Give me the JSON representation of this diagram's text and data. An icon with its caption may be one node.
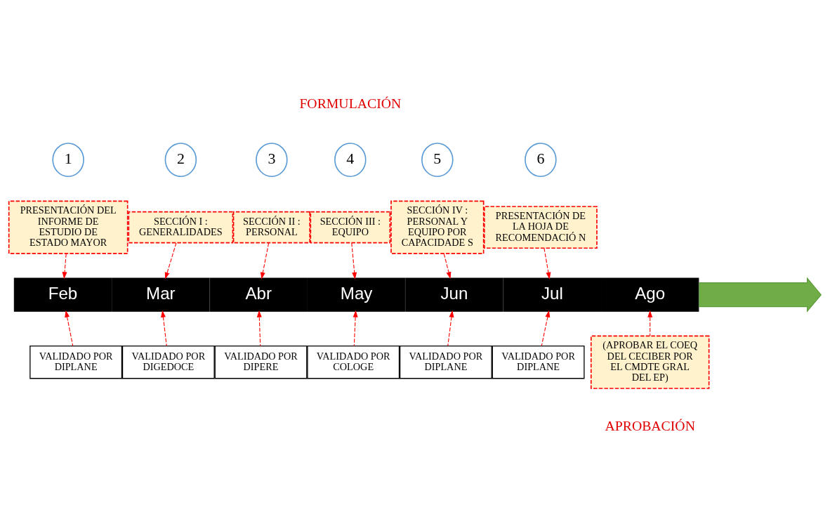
{
  "diagram": {
    "nodes": [
      {
        "text": [
          "1"
        ]
      },
      {
        "text": [
          "2"
        ]
      },
      {
        "text": [
          "3"
        ]
      },
      {
        "text": [
          "4"
        ]
      },
      {
        "text": [
          "5"
        ]
      },
      {
        "text": [
          "6"
        ]
      },
      {
        "text": [
          "PRESENTACIÓN DEL INFORME DE ESTUDIO DE ESTADO MAYOR"
        ]
      },
      {
        "text": [
          "SECCIÓN I : GENERALIDADES"
        ]
      },
      {
        "text": [
          "SECCIÓN II : PERSONAL"
        ]
      },
      {
        "text": [
          "SECCIÓN III : EQUIPO"
        ]
      },
      {
        "text": [
          "SECCIÓN IV : PERSONAL Y EQUIPO POR CAPACIDADE S"
        ]
      },
      {
        "text": [
          "PRESENTACIÓN DE LA HOJA DE RECOMENDACIÓ N"
        ]
      },
      {
        "text": [
          "Feb"
        ]
      },
      {
        "text": [
          "Mar"
        ]
      },
      {
        "text": [
          "Abr"
        ]
      },
      {
        "text": [
          "May"
        ]
      },
      {
        "text": [
          "Jun"
        ]
      },
      {
        "text": [
          "Jul"
        ]
      },
      {
        "text": [
          "Ago"
        ]
      },
      {
        "text": [],
        "shape": "arrow"
      },
      {
        "text": [
          "VALIDADO POR DIPLANE"
        ]
      },
      {
        "text": [
          "VALIDADO POR DIGEDOCE"
        ]
      },
      {
        "text": [
          "VALIDADO POR DIPERE"
        ]
      },
      {
        "text": [
          "VALIDADO POR COLOGE"
        ]
      },
      {
        "text": [
          "VALIDADO POR DIPLANE"
        ]
      },
      {
        "text": [
          "VALIDADO POR DIPLANE"
        ]
      },
      {
        "text": [
          "(APROBAR EL COEQ DEL CECIBER POR EL CMDTE GRAL DEL EP)"
        ]
      }
    ],
    "edges": [
      {
        "from": 6,
        "to": 12,
        "arrow": "to",
        "style": "dashed"
      },
      {
        "from": 7,
        "to": 13,
        "arrow": "to",
        "style": "dashed"
      },
      {
        "from": 8,
        "to": 14,
        "arrow": "to",
        "style": "dashed"
      },
      {
        "from": 9,
        "to": 15,
        "arrow": "to",
        "style": "dashed"
      },
      {
        "from": 10,
        "to": 16,
        "arrow": "to",
        "style": "dashed"
      },
      {
        "from": 11,
        "to": 17,
        "arrow": "to",
        "style": "dashed"
      },
      {
        "from": 20,
        "to": 12,
        "arrow": "to",
        "style": "dashed"
      },
      {
        "from": 21,
        "to": 13,
        "arrow": "to",
        "style": "dashed"
      },
      {
        "from": 22,
        "to": 14,
        "arrow": "to",
        "style": "dashed"
      },
      {
        "from": 23,
        "to": 15,
        "arrow": "to",
        "style": "dashed"
      },
      {
        "from": 24,
        "to": 16,
        "arrow": "to",
        "style": "dashed"
      },
      {
        "from": 25,
        "to": 17,
        "arrow": "to",
        "style": "dashed"
      },
      {
        "from": 26,
        "to": 18,
        "arrow": "to",
        "style": "dashed"
      }
    ],
    "labels": [
      "FORMULACIÓN",
      "APROBACIÓN"
    ]
  }
}
